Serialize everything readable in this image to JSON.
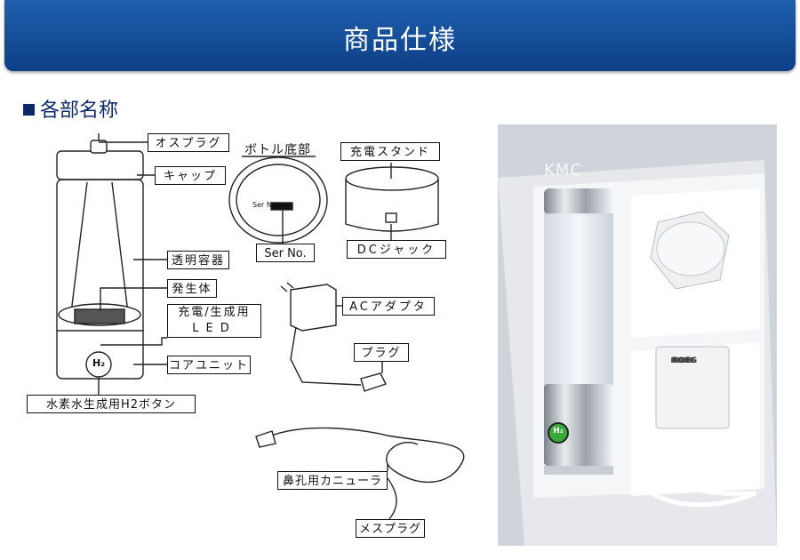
{
  "header": {
    "title": "商品仕様"
  },
  "section": {
    "title": "各部名称"
  },
  "labels": {
    "plug_top": "オスプラグ",
    "cap": "キャップ",
    "container": "透明容器",
    "generator": "発生体",
    "led_line1": "充電/生成用",
    "led_line2": "LED",
    "core": "コアユニット",
    "h2_button": "水素水生成用H2ボタン",
    "bottle_bottom": "ボトル底部",
    "ser_no": "Ser No.",
    "ser_no_small": "Ser No",
    "stand": "充電スタンド",
    "dc_jack": "DCジャック",
    "ac_adapter": "ACアダプタ",
    "plug": "プラグ",
    "cannula": "鼻孔用カニューラ",
    "female_plug": "メスプラグ",
    "h2_icon": "H₂"
  },
  "photo": {
    "logo": "KMC",
    "adapter_brand": "ROEG",
    "button_text": "H₂"
  },
  "colors": {
    "banner": "#1a56a3",
    "heading": "#0c2a6b",
    "button_green": "#3aa83a"
  }
}
